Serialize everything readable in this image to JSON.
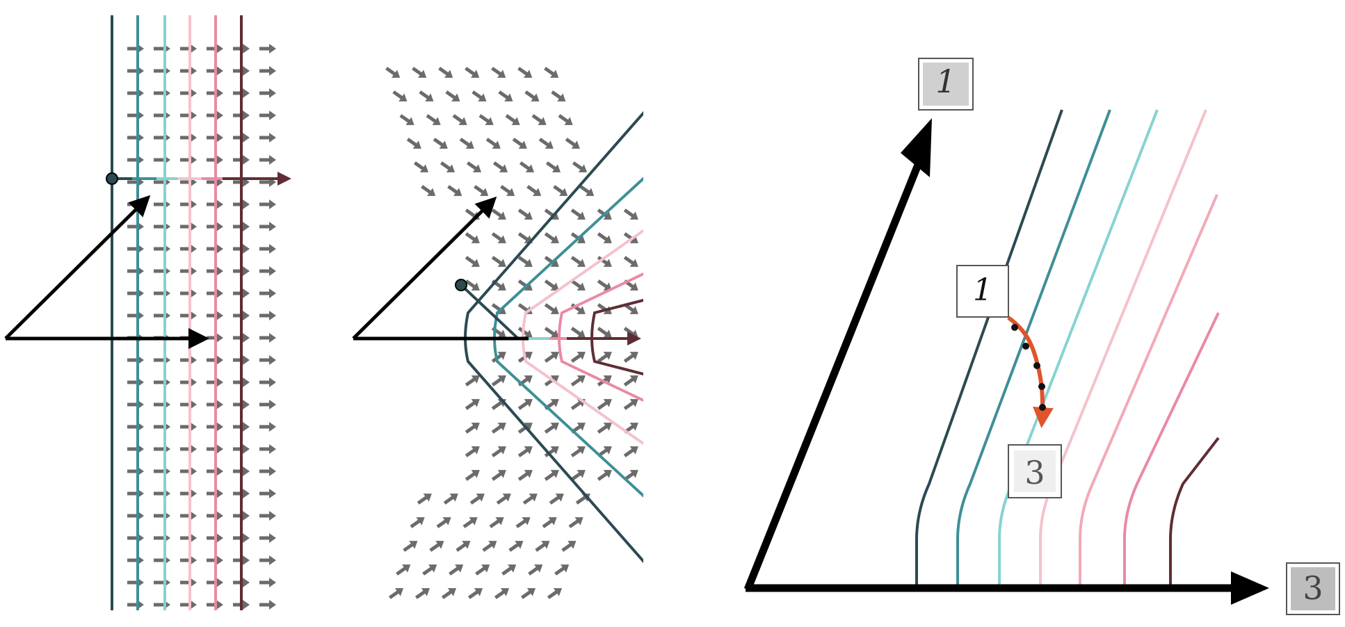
{
  "colors": {
    "contours": [
      "#2b4a52",
      "#3e8f96",
      "#86d3d0",
      "#f4c2cb",
      "#f2a9b8",
      "#e98aa3",
      "#5e2e34"
    ],
    "field_arrow": "#6b6b6b",
    "axis": "#000000",
    "path": "#e0542c"
  },
  "panel_left": {
    "description_icon": "vector-field-straight",
    "markers": [
      "start-point"
    ]
  },
  "panel_middle": {
    "description_icon": "vector-field-bent",
    "markers": [
      "start-point"
    ]
  },
  "panel_right": {
    "x_axis_thumb_digit": "3",
    "y_axis_thumb_digit": "1",
    "path_start_digit": "1",
    "path_end_digit": "3"
  }
}
